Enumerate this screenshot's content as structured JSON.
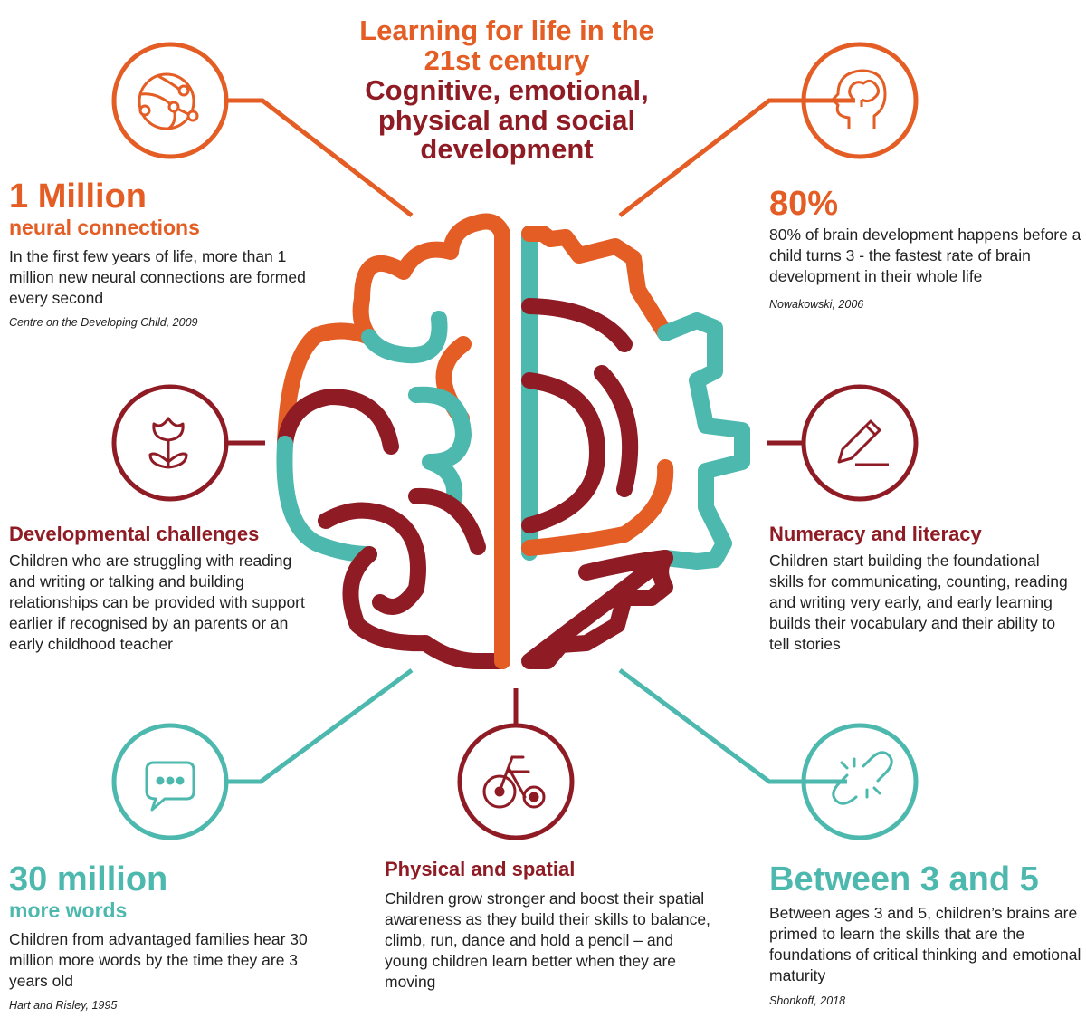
{
  "colors": {
    "orange": "#e35d24",
    "red": "#8f1b24",
    "teal": "#4cb8ae",
    "text": "#222222"
  },
  "title": {
    "line1": "Learning for life in the",
    "line2": "21st century",
    "line3": "Cognitive, emotional,",
    "line4": "physical and social",
    "line5": "development"
  },
  "sections": {
    "neural": {
      "icon": "globe-network-icon",
      "stat": "1 Million",
      "subtitle": "neural connections",
      "body": "In the first few years of life, more than 1 million new neural connections are formed every second",
      "citation": "Centre on the Developing Child, 2009"
    },
    "brain_dev": {
      "icon": "head-brain-icon",
      "stat": "80%",
      "body": "80% of brain development happens before a child turns 3 - the fastest rate of brain development in their whole life",
      "citation": "Nowakowski, 2006"
    },
    "challenges": {
      "icon": "flower-icon",
      "heading": "Developmental challenges",
      "body": "Children who are struggling with reading and writing or talking and building relationships can be provided with support earlier if recognised by an parents or an early childhood teacher"
    },
    "numeracy": {
      "icon": "pencil-icon",
      "heading": "Numeracy and literacy",
      "body": "Children start building the foundational skills for communicating, counting, reading and writing very early, and early learning builds their vocabulary and their ability to tell stories"
    },
    "words": {
      "icon": "speech-bubble-icon",
      "stat": "30 million",
      "subtitle": "more words",
      "body": "Children from advantaged families hear 30 million more words by the time they are 3 years old",
      "citation": "Hart and Risley, 1995"
    },
    "physical": {
      "icon": "tricycle-icon",
      "heading": "Physical and spatial",
      "body": "Children grow stronger and boost their spatial awareness as they build their skills to balance, climb, run, dance and hold a pencil – and young children learn better when they are moving"
    },
    "ages": {
      "icon": "broken-link-icon",
      "stat": "Between 3 and 5",
      "body": "Between ages 3 and 5, children’s brains are primed to learn the skills that are the foundations of critical thinking and emotional maturity",
      "citation": "Shonkoff, 2018"
    }
  }
}
